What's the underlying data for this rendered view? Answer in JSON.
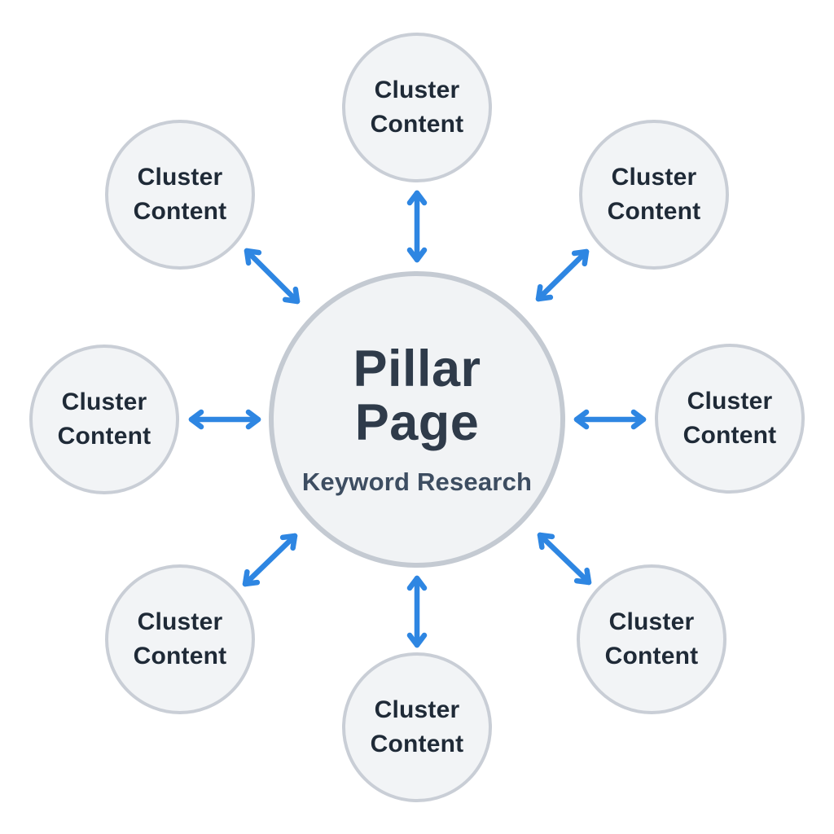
{
  "diagram": {
    "type": "hub-and-spoke",
    "center": {
      "line1": "Pillar",
      "line2": "Page",
      "subtitle": "Keyword Research"
    },
    "clusters": [
      {
        "id": "top",
        "line1": "Cluster",
        "line2": "Content"
      },
      {
        "id": "top-left",
        "line1": "Cluster",
        "line2": "Content"
      },
      {
        "id": "top-right",
        "line1": "Cluster",
        "line2": "Content"
      },
      {
        "id": "left",
        "line1": "Cluster",
        "line2": "Content"
      },
      {
        "id": "right",
        "line1": "Cluster",
        "line2": "Content"
      },
      {
        "id": "bottom-left",
        "line1": "Cluster",
        "line2": "Content"
      },
      {
        "id": "bottom-right",
        "line1": "Cluster",
        "line2": "Content"
      },
      {
        "id": "bottom",
        "line1": "Cluster",
        "line2": "Content"
      }
    ],
    "connectors": "bidirectional-arrows",
    "colors": {
      "background": "#ffffff",
      "arrow": "#2e86e2",
      "circle_fill": "#f2f4f6",
      "circle_border": "#c9ced6",
      "center_fill": "#f1f3f5",
      "center_border": "#c4cad2",
      "title": "#2f3b4a",
      "subtitle": "#3d4d61",
      "cluster_text": "#1f2a37"
    }
  }
}
